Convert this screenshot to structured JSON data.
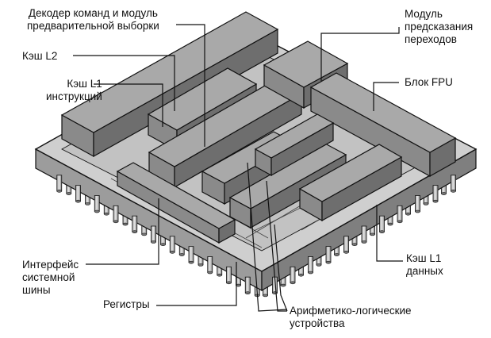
{
  "labels": {
    "decoder": [
      "Декодер команд и модуль",
      "предварительной выборки"
    ],
    "l2": [
      "Кэш L2"
    ],
    "l1i": [
      "Кэш L1",
      "инструкций"
    ],
    "branch_predictor": [
      "Модуль",
      "предсказания",
      "переходов"
    ],
    "fpu": [
      "Блок FPU"
    ],
    "bus": [
      "Интерфейс",
      "системной",
      "шины"
    ],
    "registers": [
      "Регистры"
    ],
    "l1d": [
      "Кэш L1",
      "данных"
    ],
    "alu": [
      "Арифметико-логические",
      "устройства"
    ]
  },
  "colors": {
    "package_top": "#cfcfcf",
    "package_side_front": "#9c9c9c",
    "package_side_right": "#7f7f7f",
    "block_top": "#a9a9a9",
    "block_front": "#8a8a8a",
    "block_right": "#6e6e6e",
    "pin": "#b8b8b8",
    "line": "#111111"
  }
}
